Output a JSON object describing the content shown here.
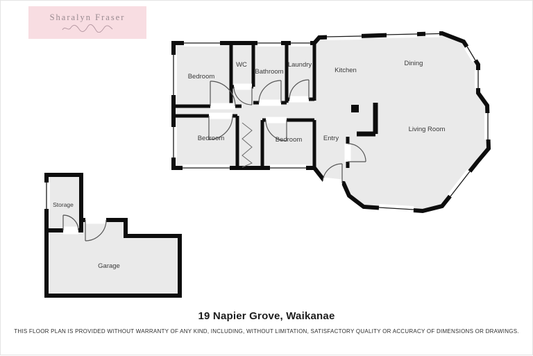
{
  "logo": {
    "name": "Sharalyn Fraser"
  },
  "rooms": [
    {
      "id": "bedroom-1",
      "label": "Bedroom"
    },
    {
      "id": "wc",
      "label": "WC"
    },
    {
      "id": "bathroom",
      "label": "Bathroom"
    },
    {
      "id": "laundry",
      "label": "Laundry"
    },
    {
      "id": "kitchen",
      "label": "Kitchen"
    },
    {
      "id": "dining",
      "label": "Dining"
    },
    {
      "id": "living-room",
      "label": "Living Room"
    },
    {
      "id": "bedroom-2",
      "label": "Bedroom"
    },
    {
      "id": "bedroom-3",
      "label": "Bedroom"
    },
    {
      "id": "entry",
      "label": "Entry"
    },
    {
      "id": "storage",
      "label": "Storage"
    },
    {
      "id": "garage",
      "label": "Garage"
    }
  ],
  "footer": {
    "address": "19 Napier Grove, Waikanae",
    "disclaimer": "THIS FLOOR PLAN IS PROVIDED WITHOUT WARRANTY OF ANY KIND, INCLUDING, WITHOUT LIMITATION, SATISFACTORY QUALITY OR ACCURACY OF DIMENSIONS OR DRAWINGS."
  },
  "colors": {
    "logo_background": "#f8dde2",
    "logo_text": "#998a90",
    "room_fill": "#eaeaea",
    "wall": "#0d0d0d"
  }
}
